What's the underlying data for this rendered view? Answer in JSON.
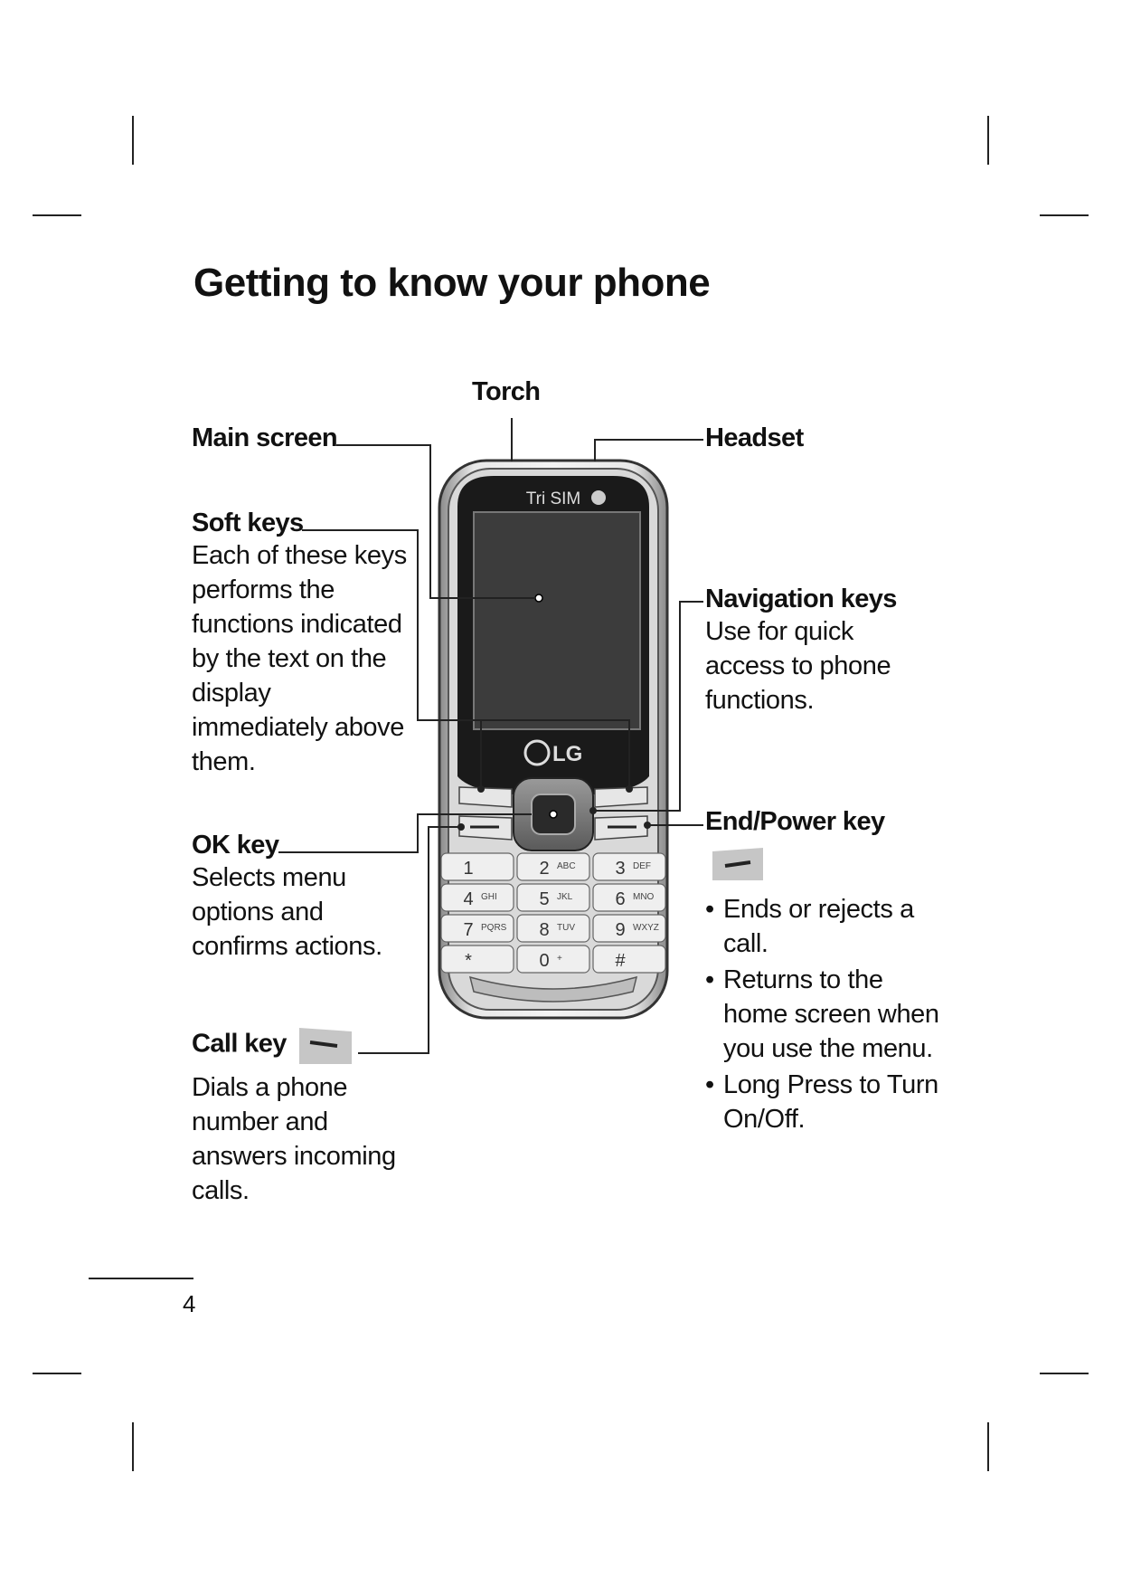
{
  "page": {
    "title": "Getting to know your phone",
    "number": "4"
  },
  "phone": {
    "brand_label": "Tri SIM",
    "logo_label": "LG",
    "keypad": [
      "1",
      "2",
      "3",
      "4",
      "5",
      "6",
      "7",
      "8",
      "9",
      "*",
      "0",
      "#"
    ],
    "keypad_letters": [
      "",
      "ABC",
      "DEF",
      "GHI",
      "JKL",
      "MNO",
      "PQRS",
      "TUV",
      "WXYZ",
      "",
      "+",
      ""
    ]
  },
  "labels": {
    "torch": "Torch",
    "main_screen": "Main screen",
    "headset": "Headset",
    "soft_keys": {
      "title": "Soft keys",
      "body": "Each of these keys performs the functions indicated by the text on the display immediately above them."
    },
    "navigation_keys": {
      "title": "Navigation keys",
      "body": "Use for quick access to phone functions."
    },
    "ok_key": {
      "title": "OK key",
      "body": "Selects menu options and confirms actions."
    },
    "end_power_key": {
      "title": "End/Power key",
      "bullets": [
        "Ends or rejects a call.",
        "Returns to the home screen when you use the menu.",
        "Long Press to Turn On/Off."
      ]
    },
    "call_key": {
      "title": "Call key",
      "body": "Dials a phone number and answers incoming calls."
    }
  }
}
